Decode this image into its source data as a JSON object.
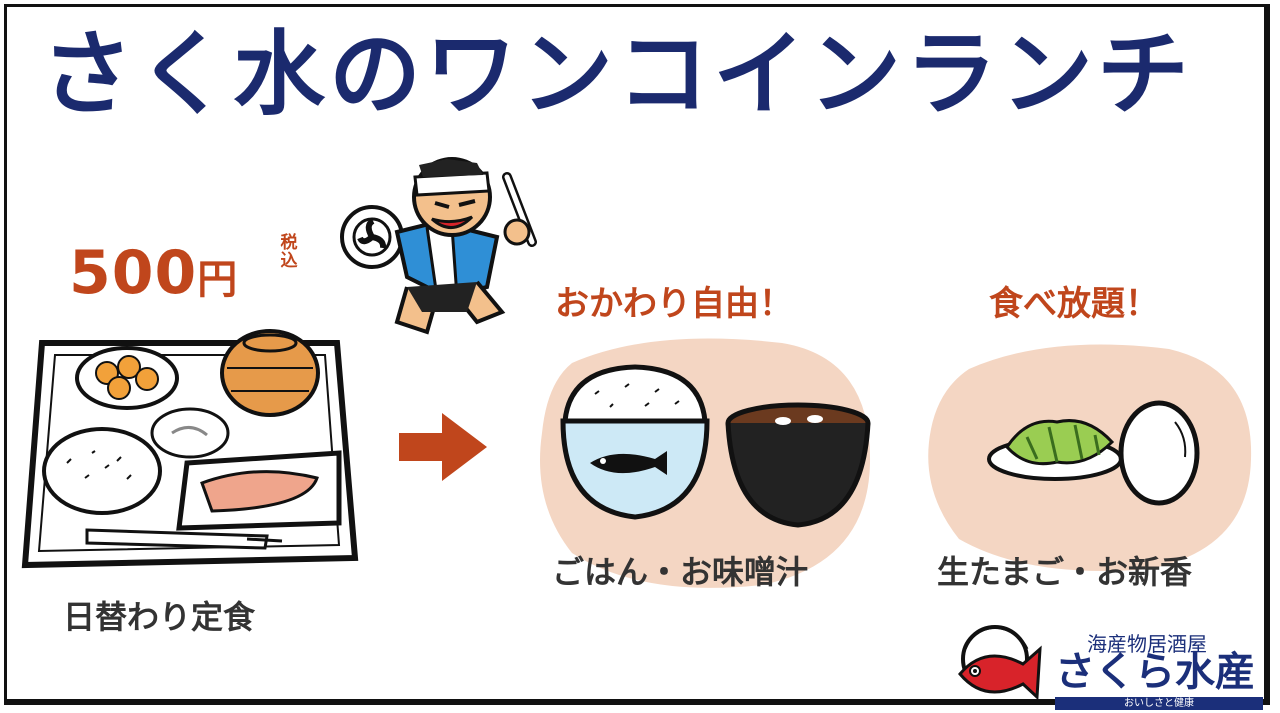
{
  "title": "さく水のワンコインランチ",
  "price": {
    "amount": "500",
    "unit": "円",
    "tax_note_1": "税",
    "tax_note_2": "込"
  },
  "set_meal_label": "日替わり定食",
  "refill": {
    "heading": "おかわり自由！",
    "items_label": "ごはん・お味噌汁"
  },
  "all_you_can_eat": {
    "heading": "食べ放題！",
    "items_label": "生たまご・お新香"
  },
  "logo": {
    "subtitle": "海産物居酒屋",
    "name": "さくら水産",
    "tagline": "おいしさと健康"
  },
  "colors": {
    "title": "#1b2a6e",
    "accent": "#c0461c",
    "label": "#333333",
    "blob": "#f4d6c3",
    "logo": "#1b2f7a"
  },
  "icons": [
    "mascot-illustration",
    "set-meal-tray-illustration",
    "arrow-right-icon",
    "rice-bowl-illustration",
    "miso-soup-illustration",
    "pickles-illustration",
    "raw-egg-illustration",
    "sea-bream-logo-icon"
  ]
}
